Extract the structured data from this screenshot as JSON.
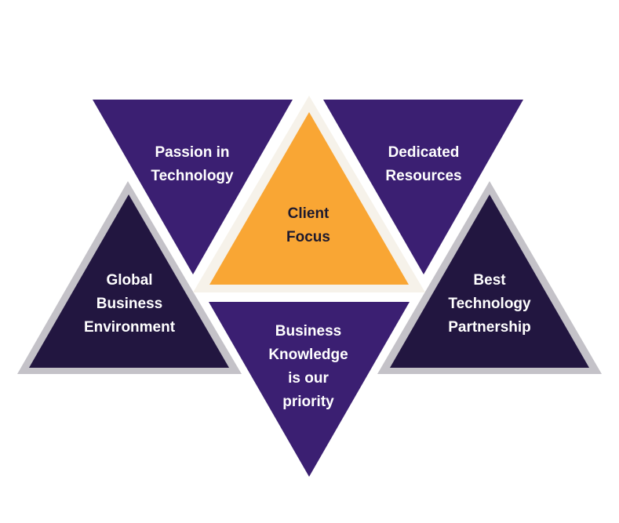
{
  "colors": {
    "purple": "#3b1f72",
    "dark_navy": "#221640",
    "orange": "#f9a634",
    "gray_border": "#c4c2c8",
    "cream_border": "#f6f2ea",
    "light_text": "#ffffff",
    "dark_text": "#1e1a2e"
  },
  "diagram": {
    "center": {
      "lines": [
        "Client",
        "Focus"
      ]
    },
    "top_left": {
      "lines": [
        "Passion in",
        "Technology"
      ]
    },
    "top_right": {
      "lines": [
        "Dedicated",
        "Resources"
      ]
    },
    "left": {
      "lines": [
        "Global",
        "Business",
        "Environment"
      ]
    },
    "right": {
      "lines": [
        "Best",
        "Technology",
        "Partnership"
      ]
    },
    "bottom": {
      "lines": [
        "Business",
        "Knowledge",
        "is our",
        "priority"
      ]
    }
  }
}
